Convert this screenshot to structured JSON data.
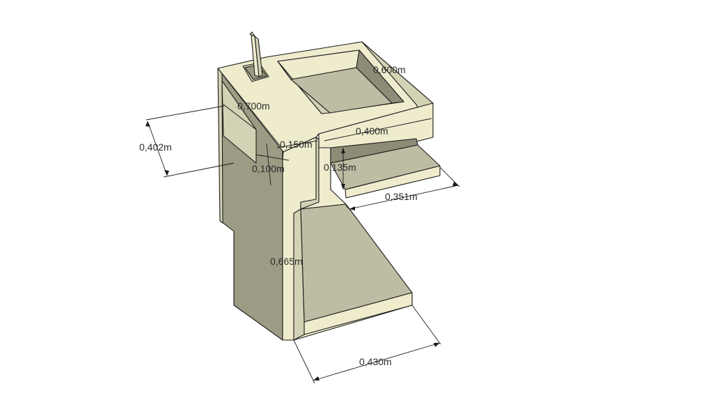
{
  "colors": {
    "light_face": "#eeeccd",
    "mid_face": "#d4d2b4",
    "tray_face": "#bebca2",
    "dark_side": "#9d9b84",
    "inner_shadow": "#8e8c76",
    "edge": "#1a1a1a",
    "text": "#2a2a2a"
  },
  "dimensions": {
    "d_0402": "0,402m",
    "d_0700": "0,700m",
    "d_0600": "0,600m",
    "d_0400": "0,400m",
    "d_0150": "0,150m",
    "d_0100": "0,100m",
    "d_0135": "0,135m",
    "d_0351": "0,351m",
    "d_0665": "0,665m",
    "d_0430": "0,430m"
  }
}
